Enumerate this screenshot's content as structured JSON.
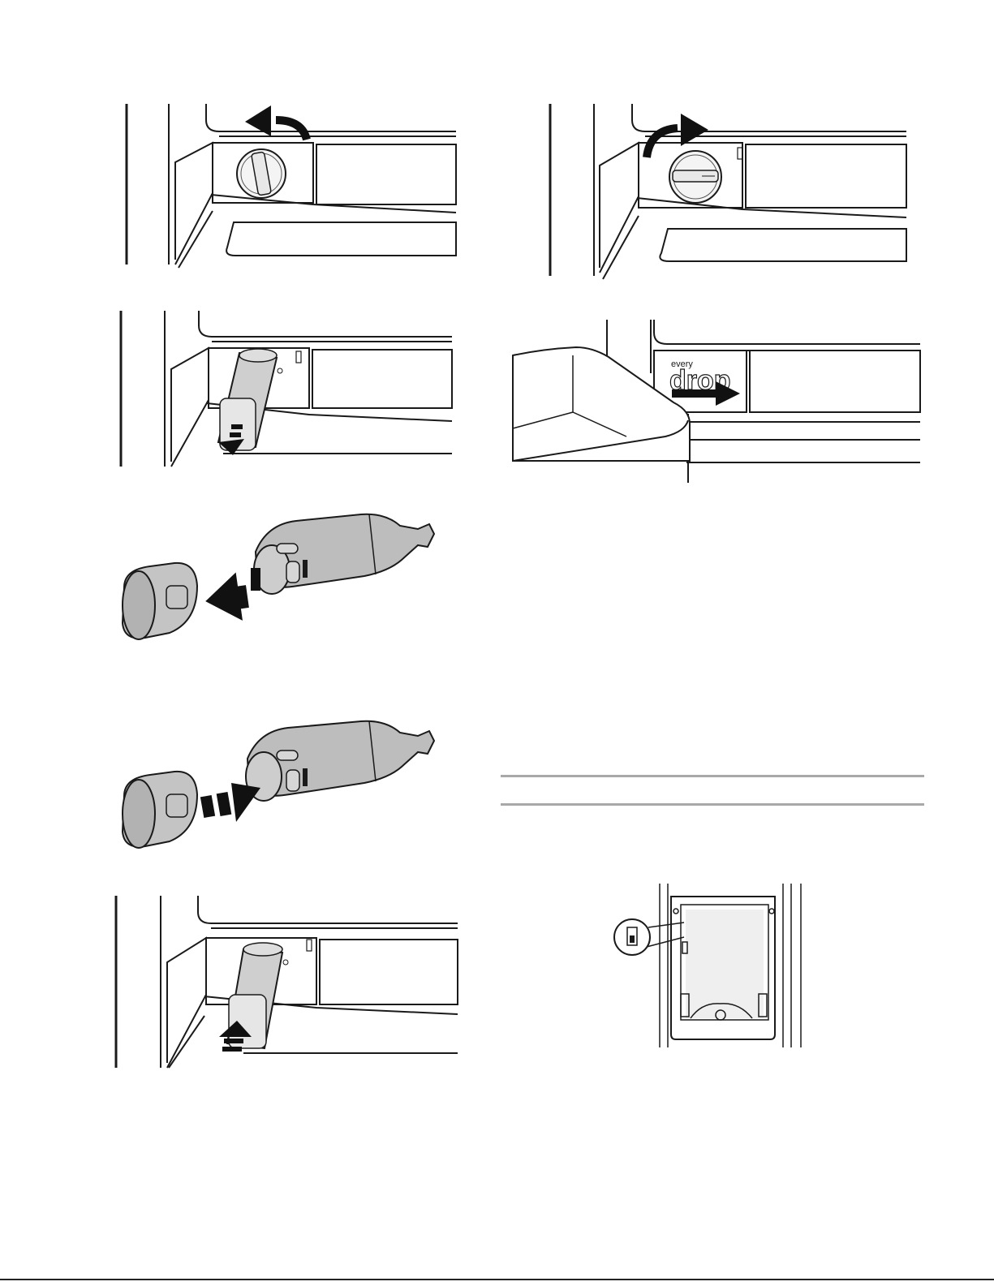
{
  "figures": {
    "step_turn_ccw": {
      "icon": "filter-cap-turn-counterclockwise"
    },
    "step_turn_cw": {
      "icon": "filter-cap-turn-clockwise"
    },
    "step_pull_out": {
      "icon": "filter-pull-out"
    },
    "step_slide_cover": {
      "icon": "crisper-cover-slide-right"
    },
    "step_remove_cap": {
      "icon": "cap-remove-from-filter"
    },
    "step_attach_cap": {
      "icon": "cap-attach-to-filter"
    },
    "step_push_in": {
      "icon": "filter-push-in"
    },
    "step_dispenser_light": {
      "icon": "dispenser-status-light"
    }
  },
  "logo": {
    "small": "every",
    "big": "drop"
  },
  "colors": {
    "ink": "#1a1a1a",
    "filter_gray": "#bdbdbd",
    "rule_gray": "#a8a8a8",
    "arrow": "#111111"
  }
}
